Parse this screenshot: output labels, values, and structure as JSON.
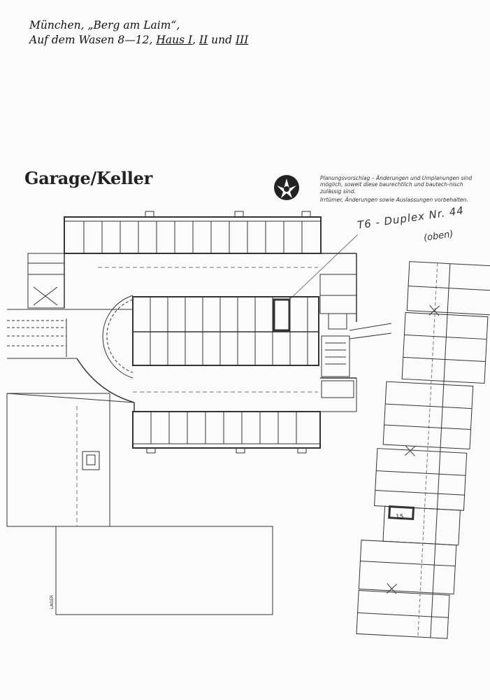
{
  "header": {
    "line1": "München, „Berg am Laim“,",
    "line2_prefix": "Auf dem Wasen 8—12, ",
    "haus1": "Haus I",
    "sep1": ", ",
    "haus2": "II",
    "und": " und ",
    "haus3": "III"
  },
  "plan_title": "Garage/Keller",
  "notes": {
    "line1": "Planungsvorschlag – Änderungen und Umplanungen sind möglich, soweit diese baurechtlich und bautech-nisch zulässig sind.",
    "line2": "Irrtümer, Änderungen sowie Auslassungen vorbehalten."
  },
  "handwriting": {
    "line1": "T6 - Duplex Nr. 44",
    "line2": "(oben)"
  },
  "marks": {
    "parking_15": "15",
    "lager": "LAGER"
  },
  "icons": {
    "north_arrow": "north-arrow-icon"
  }
}
